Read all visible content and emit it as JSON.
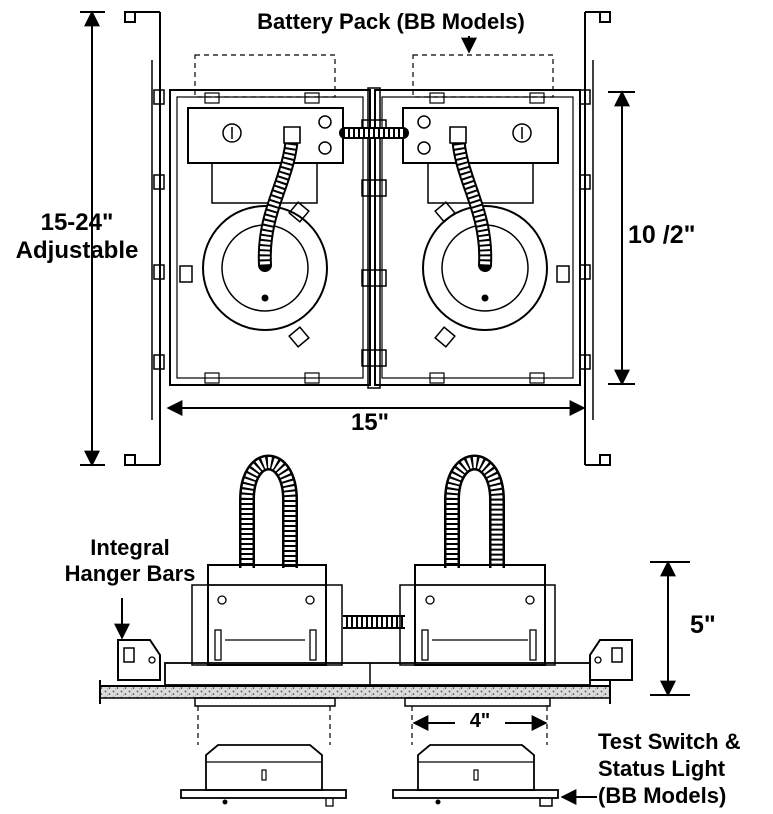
{
  "labels": {
    "battery_pack": "Battery Pack (BB Models)",
    "adjustable_value": "15-24\"",
    "adjustable_word": "Adjustable",
    "height_top": "10 /2\"",
    "width_top": "15\"",
    "hanger_line1": "Integral",
    "hanger_line2": "Hanger Bars",
    "height_side": "5\"",
    "aperture": "4\"",
    "test_line1": "Test Switch &",
    "test_line2": "Status Light",
    "test_line3": "(BB Models)"
  },
  "colors": {
    "ink": "#000000",
    "paper": "#ffffff",
    "ceiling_fill": "#d9d9d9"
  }
}
